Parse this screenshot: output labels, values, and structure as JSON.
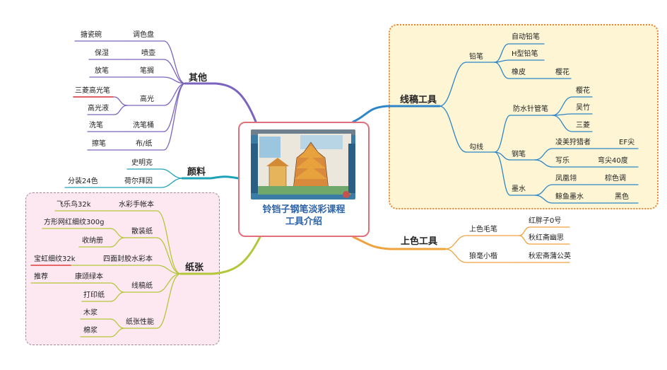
{
  "root": {
    "title": "铃铛子钢笔淡彩课程\n工具介绍"
  },
  "sketch_tools": {
    "label": "线稿工具",
    "pencil": {
      "label": "铅笔",
      "mechanical": "自动铅笔",
      "h_pencil": "H型铅笔",
      "eraser": "橡皮",
      "eraser_brand": "樱花"
    },
    "line": {
      "label": "勾线",
      "fineliner": {
        "label": "防水针管笔",
        "brands": [
          "樱花",
          "吴竹",
          "三菱"
        ]
      },
      "fountain_pen": {
        "label": "钢笔",
        "hunter": "凌美狩猎者",
        "hunter_nib": "EF尖",
        "wingsung": "写乐",
        "wingsung_nib": "弯尖40度"
      },
      "ink": {
        "label": "墨水",
        "fenghuang": "凤凰翎",
        "fenghuang_color": "棕色调",
        "whale": "鲸鱼墨水",
        "whale_color": "黑色"
      }
    }
  },
  "color_tools": {
    "label": "上色工具",
    "brush": {
      "label": "上色毛笔",
      "items": [
        "红胖子0号",
        "秋红斋幽思"
      ]
    },
    "wolf": {
      "label": "狼毫小楷",
      "item": "秋宏斋蒲公英"
    }
  },
  "other": {
    "label": "其他",
    "palette": "调色盘",
    "palette_sub": "搪瓷碗",
    "spray": "喷壶",
    "spray_sub": "保湿",
    "pen_rest": "笔搁",
    "pen_rest_sub": "放笔",
    "highlight": "高光",
    "highlight_subs": [
      "三菱高光笔",
      "高光液"
    ],
    "bucket": "洗笔桶",
    "bucket_sub": "洗笔",
    "cloth": "布/纸",
    "cloth_sub": "擦笔"
  },
  "paint": {
    "label": "颜料",
    "items": [
      "史明克",
      "荷尔拜因"
    ],
    "holbein_sub": "分装24色"
  },
  "paper": {
    "label": "纸张",
    "wc_book": "水彩手帐本",
    "wc_book_sub": "飞乐鸟32k",
    "loose": "散装纸",
    "loose_subs": [
      "方形网红细纹300g",
      "收纳册"
    ],
    "sealed": "四面封胶水彩本",
    "sealed_sub": "宝虹细纹32k",
    "draft": "线稿纸",
    "draft_subs": [
      "康颂绿本",
      "打印纸"
    ],
    "draft_recommend": "推荐",
    "props": "纸张性能",
    "props_subs": [
      "木浆",
      "棉浆"
    ]
  },
  "colors": {
    "sketch": "#2e86c9",
    "color": "#f0a23c",
    "other": "#7b63bf",
    "paint": "#1ea3b6",
    "paper": "#b4c63a",
    "central_border": "#e0707b",
    "title": "#2d63a8",
    "accent_red": "#e03a3a"
  }
}
